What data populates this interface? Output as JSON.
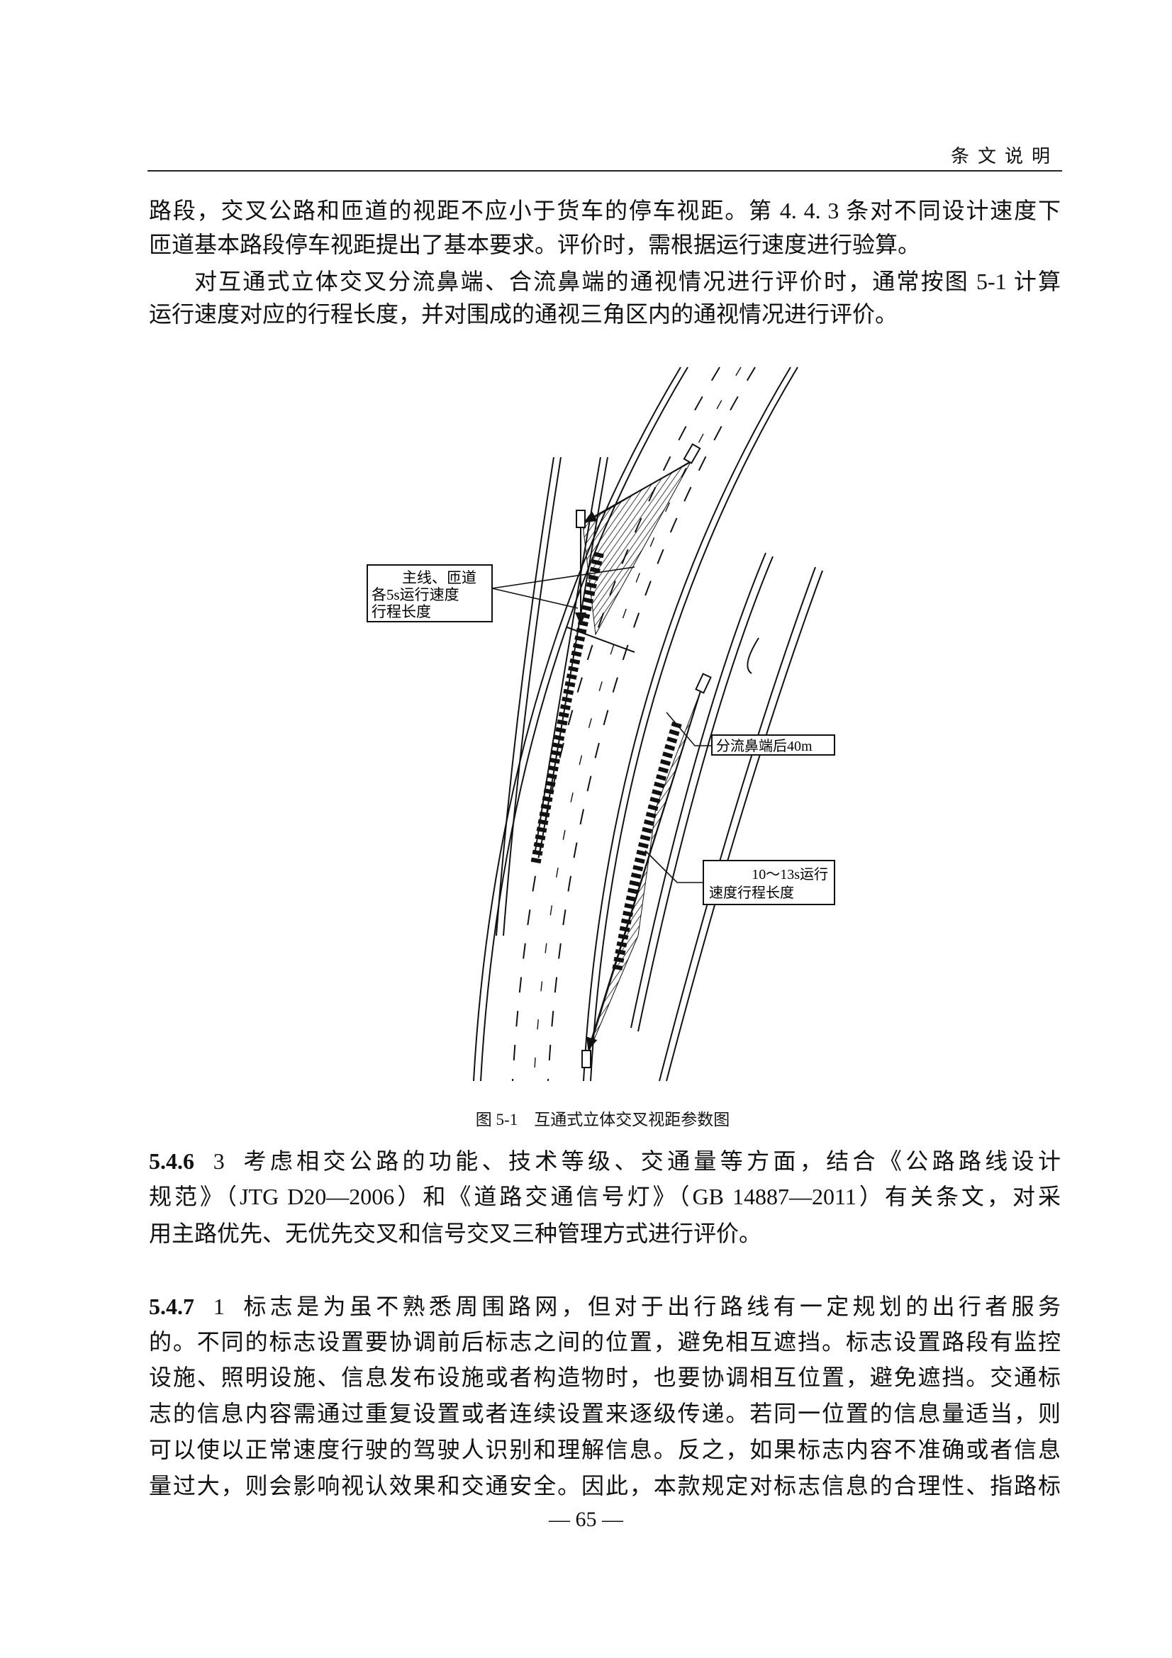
{
  "header": {
    "section": "条文说明"
  },
  "paragraphs": {
    "p1": [
      "路段，交叉公路和匝道的视距不应小于货车的停车视距。第 4. 4. 3 条对不同设计速度下",
      "匝道基本路段停车视距提出了基本要求。评价时，需根据运行速度进行验算。"
    ],
    "p2": [
      "对互通式立体交叉分流鼻端、合流鼻端的通视情况进行评价时，通常按图 5-1 计算",
      "运行速度对应的行程长度，并对围成的通视三角区内的通视情况进行评价。"
    ],
    "s546": {
      "number": "5.4.6",
      "item": "3",
      "lines": [
        "考虑相交公路的功能、技术等级、交通量等方面，结合《公路路线设计",
        "规范》（JTG D20—2006）和《道路交通信号灯》（GB 14887—2011）有关条文，对采",
        "用主路优先、无优先交叉和信号交叉三种管理方式进行评价。"
      ]
    },
    "s547": {
      "number": "5.4.7",
      "item": "1",
      "lines": [
        "标志是为虽不熟悉周围路网，但对于出行路线有一定规划的出行者服务",
        "的。不同的标志设置要协调前后标志之间的位置，避免相互遮挡。标志设置路段有监控",
        "设施、照明设施、信息发布设施或者构造物时，也要协调相互位置，避免遮挡。交通标",
        "志的信息内容需通过重复设置或者连续设置来逐级传递。若同一位置的信息量适当，则",
        "可以使以正常速度行驶的驾驶人识别和理解信息。反之，如果标志内容不准确或者信息",
        "量过大，则会影响视认效果和交通安全。因此，本款规定对标志信息的合理性、指路标"
      ]
    }
  },
  "figure": {
    "caption": "图 5-1　互通式立体交叉视距参数图",
    "label_main_ramp": [
      "主线、匝道",
      "各5s运行速度",
      "行程长度"
    ],
    "label_nose": "分流鼻端后40m",
    "label_travel": [
      "10～13s运行",
      "速度行程长度"
    ]
  },
  "page_number": "— 65 —"
}
